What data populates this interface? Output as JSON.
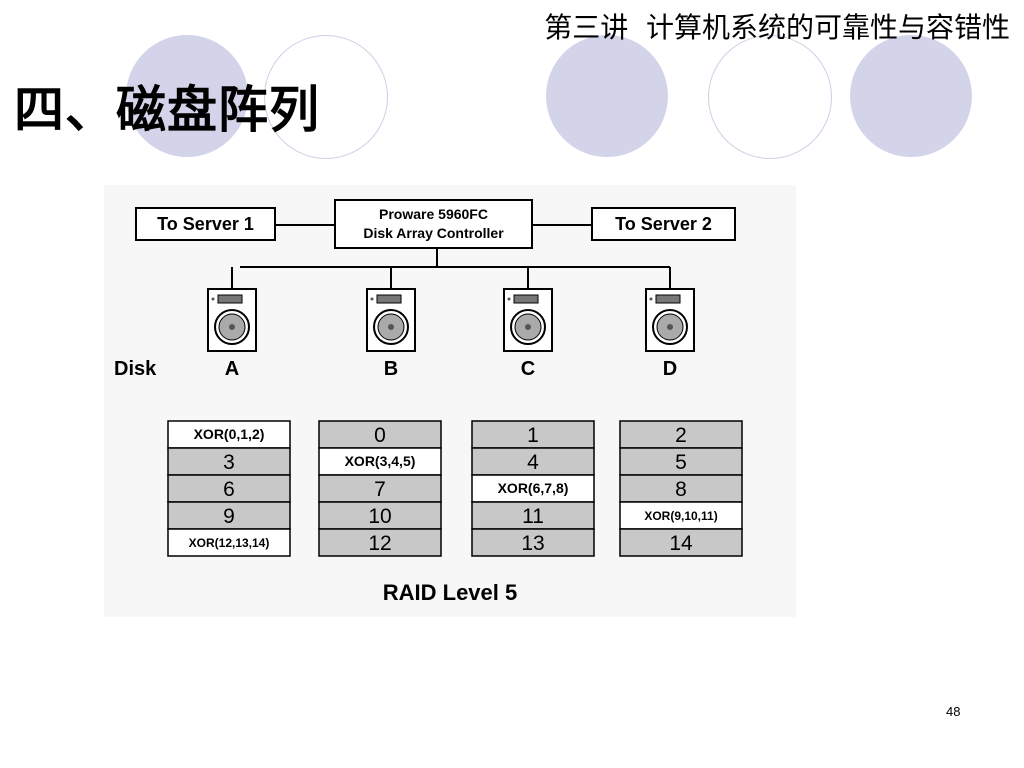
{
  "header": {
    "title": "第三讲  计算机系统的可靠性与容错性"
  },
  "slide": {
    "title": "四、磁盘阵列",
    "page_number": "48"
  },
  "diagram": {
    "controller": {
      "line1": "Proware 5960FC",
      "line2": "Disk Array Controller"
    },
    "server_left": "To Server 1",
    "server_right": "To Server 2",
    "disk_label": "Disk",
    "disks": [
      {
        "id": "A",
        "blocks": [
          "XOR(0,1,2)",
          "3",
          "6",
          "9",
          "XOR(12,13,14)"
        ]
      },
      {
        "id": "B",
        "blocks": [
          "0",
          "XOR(3,4,5)",
          "7",
          "10",
          "12"
        ]
      },
      {
        "id": "C",
        "blocks": [
          "1",
          "4",
          "XOR(6,7,8)",
          "11",
          "13"
        ]
      },
      {
        "id": "D",
        "blocks": [
          "2",
          "5",
          "8",
          "XOR(9,10,11)",
          "14"
        ]
      }
    ],
    "caption": "RAID Level  5"
  },
  "colors": {
    "data_block": "#c8c8c8",
    "parity_block": "#ffffff",
    "decor_circle": "#d3d3ea"
  }
}
